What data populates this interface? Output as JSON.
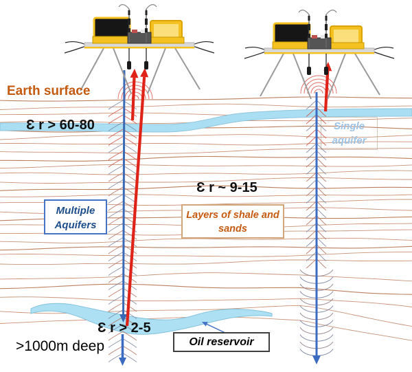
{
  "annotations": {
    "earth_surface": "Earth surface",
    "permittivity_top": "Ɛ r > 60-80",
    "permittivity_middle": "Ɛ r ~ 9-15",
    "permittivity_bottom": "Ɛ r > 2-5",
    "depth_note": ">1000m deep",
    "multiple_aquifers": {
      "line1": "Multiple",
      "line2": "Aquifers"
    },
    "single_aquifer": {
      "line1": "Single",
      "line2": "aquifer"
    },
    "shale_layers": {
      "line1": "Layers of shale and",
      "line2": "sands"
    },
    "oil_reservoir": "Oil reservoir"
  },
  "colors": {
    "earth_surface_text": "#c55a11",
    "layer_line": "#c1876a",
    "layer_line_dark": "#b3714f",
    "aquifer_fill": "#aadef2",
    "aquifer_edge": "#8fc5de",
    "reservoir_fill": "#ace0f2",
    "reservoir_edge": "#86c3dd",
    "red_arrow": "#e02318",
    "blue_arrow": "#3a6bc0",
    "borehole_blue": "#3a6ab5",
    "chevron_slate": "#77809f",
    "chevron_rust": "#b06a56",
    "chevron_red": "#cf4a3a",
    "ripple_red": "#d93025",
    "pointer_blue": "#4472c4",
    "case_yellow": "#f5c120",
    "case_foam_black": "#161616",
    "platform_gray": "#d8d8d8",
    "instrument_gray": "#555555",
    "leg_gray": "#9a9a9a"
  },
  "icons": {
    "left_station": "surface-measurement-station-icon",
    "right_station": "surface-measurement-station-icon",
    "red_up_arrows": "upward-signal-arrow-icon",
    "blue_down_arrows": "downward-borehole-arrow-icon",
    "oil_pointer": "pointer-arrow-icon"
  }
}
